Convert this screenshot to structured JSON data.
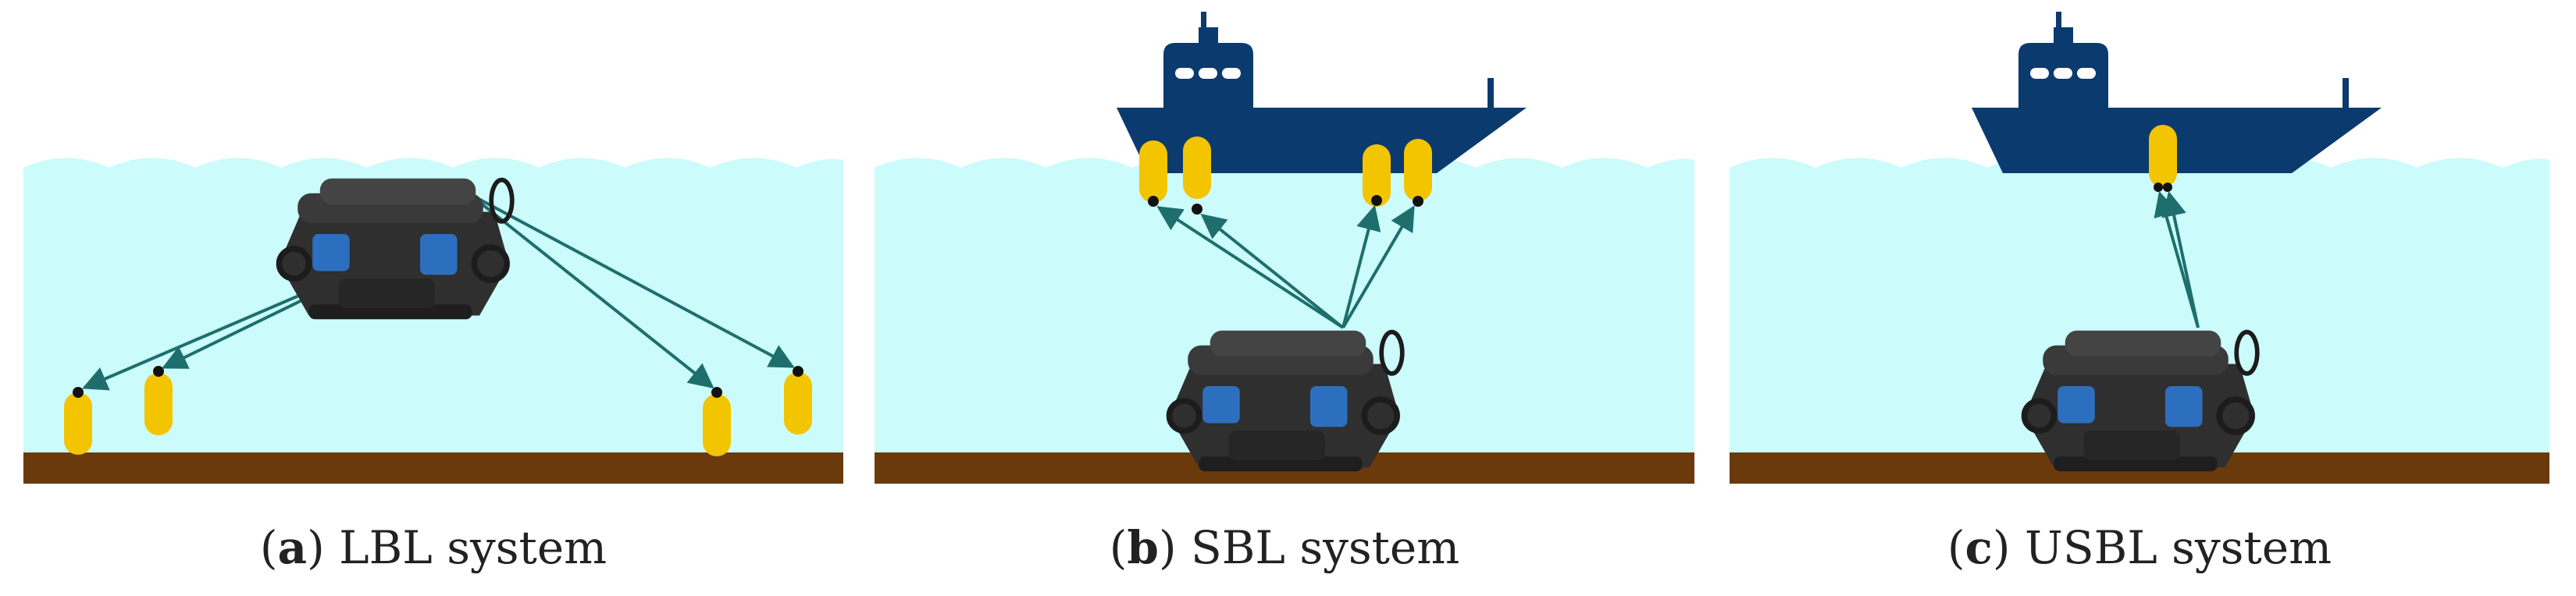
{
  "colors": {
    "water": "#cbfbfb",
    "water_wave": "#ccf9fa",
    "seabed": "#6b3a0c",
    "ship": "#0b3a6e",
    "transponder": "#f3c400",
    "signal": "#1f6e6e",
    "rov_body": "#2b2b2b",
    "rov_accent": "#2d6fbf"
  },
  "panels": [
    {
      "id": "a",
      "letter": "a",
      "caption": "LBL system",
      "ship": false
    },
    {
      "id": "b",
      "letter": "b",
      "caption": "SBL system",
      "ship": true
    },
    {
      "id": "c",
      "letter": "c",
      "caption": "USBL system",
      "ship": true
    }
  ]
}
